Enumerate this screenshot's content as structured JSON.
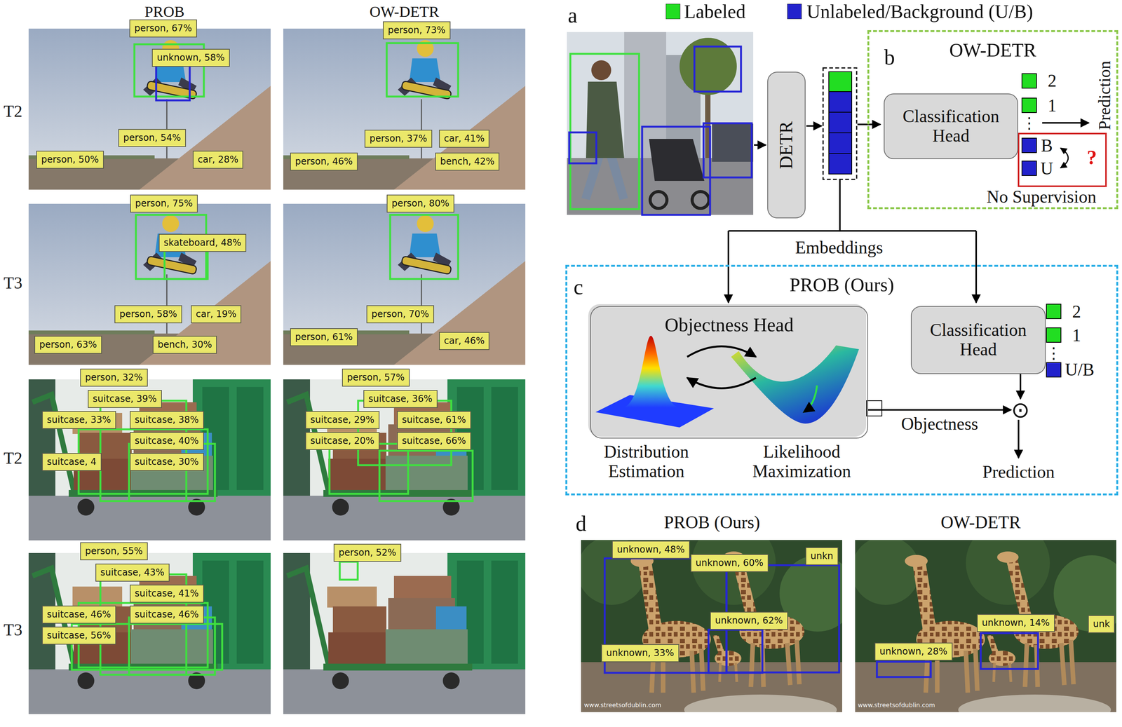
{
  "diagram": {
    "nodes": [
      {
        "text": [
          "DETR"
        ]
      },
      {
        "text": [
          "OW-DETR"
        ]
      },
      {
        "text": [
          "Classification Head"
        ],
        "in": 1
      },
      {
        "text": [
          "PROB (Ours)"
        ]
      },
      {
        "text": [
          "Objectness Head"
        ],
        "in": 3
      },
      {
        "text": [
          "Classification Head"
        ],
        "in": 3
      },
      {
        "text": [
          "⊙"
        ],
        "in": 3
      }
    ],
    "edges": [
      {
        "from": 4,
        "to": 6,
        "arrow": "to",
        "label": "Objectness"
      },
      {
        "from": 5,
        "to": 6,
        "arrow": "to"
      }
    ],
    "labels": [
      "PROB",
      "OW-DETR",
      "T2",
      "T3",
      "T2",
      "T3",
      "person, 67%",
      "unknown, 58%",
      "person, 54%",
      "person, 50%",
      "car, 28%",
      "person, 73%",
      "person, 37%",
      "car, 41%",
      "person, 46%",
      "bench, 42%",
      "person, 75%",
      "skateboard, 48%",
      "person, 58%",
      "car, 19%",
      "person, 63%",
      "bench, 30%",
      "person, 80%",
      "person, 70%",
      "person, 61%",
      "car, 46%",
      "person, 32%",
      "suitcase, 39%",
      "suitcase, 33%",
      "suitcase, 38%",
      "suitcase, 40%",
      "suitcase, 4",
      "suitcase, 30%",
      "person, 57%",
      "suitcase, 36%",
      "suitcase, 29%",
      "suitcase, 61%",
      "suitcase, 20%",
      "suitcase, 66%",
      "person, 55%",
      "suitcase, 43%",
      "suitcase, 41%",
      "suitcase, 46%",
      "suitcase, 46%",
      "suitcase, 56%",
      "person, 52%",
      "a",
      "b",
      "2",
      "1",
      "⋮",
      "B",
      "U",
      "?",
      "Prediction",
      "No Supervision",
      "Embeddings",
      "c",
      "2",
      "1",
      "⋮",
      "U/B",
      "Distribution Estimation",
      "Likelihood Maximization",
      "Prediction",
      "d",
      "PROB (Ours)",
      "OW-DETR",
      "unknown, 48%",
      "unknown, 60%",
      "unkn",
      "unknown, 62%",
      "unknown, 33%",
      "www.streetsofdublin.com",
      "unknown, 14%",
      "unknown, 28%",
      "unk",
      "www.streetsofdublin.com"
    ],
    "legend": [
      {
        "text": "Labeled",
        "color": "#22dd22"
      },
      {
        "text": "Unlabeled/Background (U/B)",
        "color": "#2222cc"
      }
    ]
  }
}
